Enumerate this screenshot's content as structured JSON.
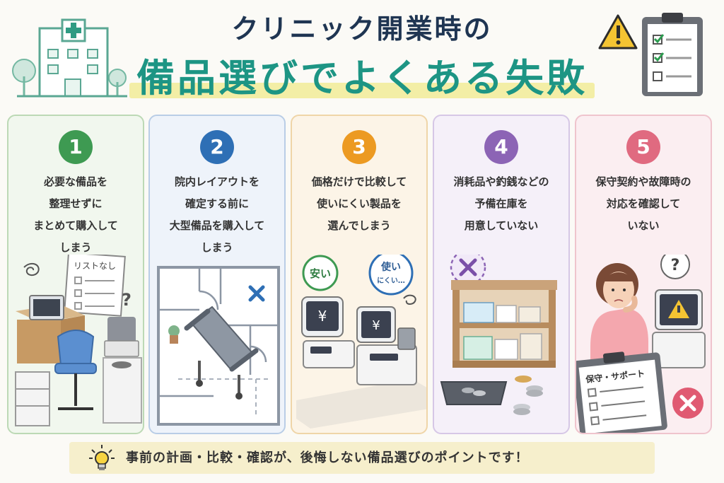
{
  "header": {
    "title_line1": "クリニック開業時の",
    "title_line2": "備品選びでよくある失敗"
  },
  "colors": {
    "accent_teal": "#1d9584",
    "navy": "#1f3552",
    "highlight": "#f3eea6"
  },
  "cards": [
    {
      "number": "1",
      "color": "#3e9a52",
      "lines": [
        "必要な備品を",
        "整理せずに",
        "まとめて購入して",
        "しまう"
      ],
      "illustration_label": "リストなし"
    },
    {
      "number": "2",
      "color": "#2e6fb5",
      "lines": [
        "院内レイアウトを",
        "確定する前に",
        "大型備品を購入して",
        "しまう"
      ]
    },
    {
      "number": "3",
      "color": "#ec9a22",
      "lines": [
        "価格だけで比較して",
        "使いにくい製品を",
        "選んでしまう"
      ],
      "bubble_cheap": "安い",
      "bubble_hard_1": "使い",
      "bubble_hard_2": "にくい…",
      "yen_symbol": "¥"
    },
    {
      "number": "4",
      "color": "#8c64b5",
      "lines": [
        "消耗品や釣銭などの",
        "予備在庫を",
        "用意していない"
      ]
    },
    {
      "number": "5",
      "color": "#e06a80",
      "lines": [
        "保守契約や故障時の",
        "対応を確認して",
        "いない"
      ],
      "clipboard_label": "保守・サポート"
    }
  ],
  "tip": {
    "text": "事前の計画・比較・確認が、後悔しない備品選びのポイントです！"
  }
}
